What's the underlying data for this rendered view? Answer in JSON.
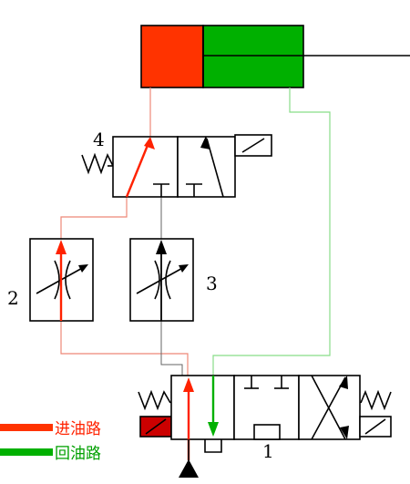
{
  "labels": {
    "valve_4": "4",
    "throttle_2": "2",
    "throttle_3": "3",
    "valve_1": "1"
  },
  "legend": {
    "supply_label": "进油路",
    "return_label": "回油路"
  },
  "colors": {
    "supply": "#ff3300",
    "return": "#00b000",
    "supply_line": "#ee8877",
    "return_line": "#88dd88",
    "stroke": "#000000"
  }
}
